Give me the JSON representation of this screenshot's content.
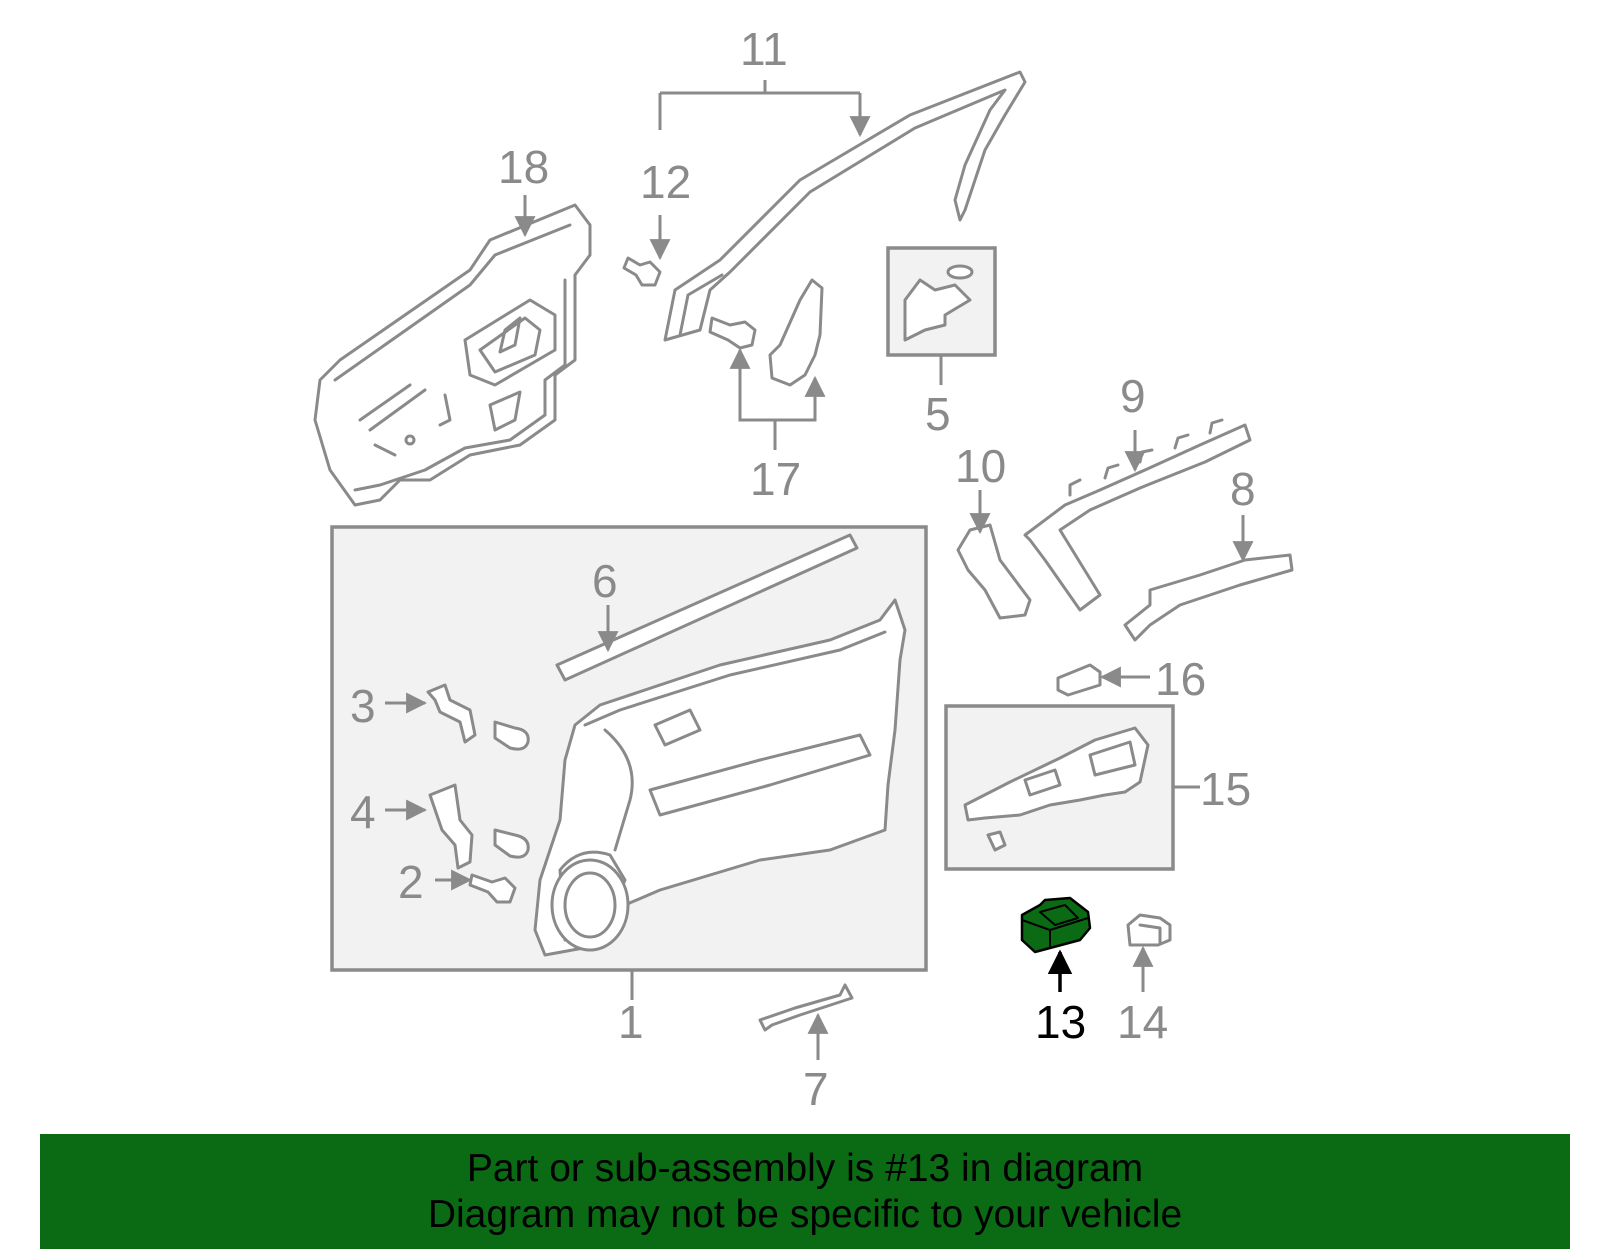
{
  "highlight_color": "#0b6b14",
  "highlighted_part": "13",
  "callouts": [
    "1",
    "2",
    "3",
    "4",
    "5",
    "6",
    "7",
    "8",
    "9",
    "10",
    "11",
    "12",
    "13",
    "14",
    "15",
    "16",
    "17",
    "18"
  ],
  "banner": {
    "line1": "Part or sub-assembly is #13 in diagram",
    "line2": "Diagram may not be specific to your vehicle"
  }
}
